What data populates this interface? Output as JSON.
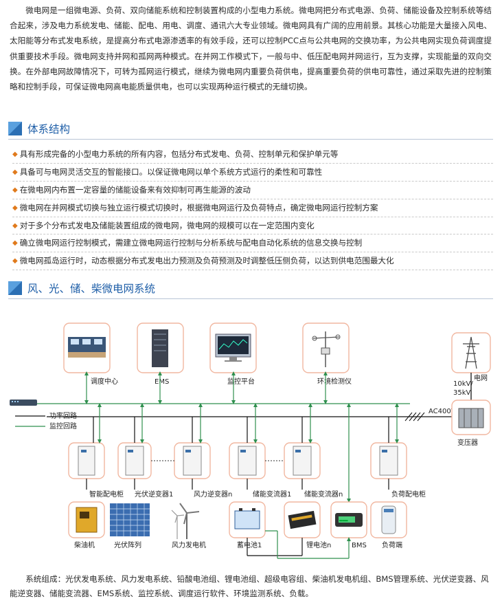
{
  "intro": "微电网是一组微电源、负荷、双向储能系统和控制装置构成的小型电力系统。微电网把分布式电源、负荷、储能设备及控制系统等结合起来，涉及电力系统发电、储能、配电、用电、调度、通讯六大专业领域。微电网具有广阔的应用前景。其核心功能是大量接入风电、太阳能等分布式发电系统，是提高分布式电源渗透率的有效手段，还可以控制PCC点与公共电网的交换功率，为公共电网实现负荷调度提供重要技术手段。微电网支持并网和孤网两种模式。在并网工作模式下，一般与中、低压配电网并网运行，互为支撑，实现能量的双向交换。在外部电网故障情况下，可转为孤网运行模式，继续为微电网内重要负荷供电，提高重要负荷的供电可靠性，通过采取先进的控制策略和控制手段，可保证微电网高电能质量供电，也可以实现两种运行模式的无缝切换。",
  "section1": {
    "title": "体系结构",
    "bullets": [
      "具有形成完备的小型电力系统的所有内容，包括分布式发电、负荷、控制单元和保护单元等",
      "具备可与电网灵活交互的智能接口。以保证微电网以单个系统方式运行的柔性和可靠性",
      "在微电网内布置一定容量的储能设备来有效抑制可再生能源的波动",
      "微电网在并网模式切换与独立运行模式切换时，根据微电网运行及负荷特点，确定微电网运行控制方案",
      "对于多个分布式发电及储能装置组成的微电网，微电网的规模可以在一定范围内变化",
      "确立微电网运行控制模式，需建立微电网运行控制与分析系统与配电自动化系统的信息交换与控制",
      "微电网孤岛运行时，动态根据分布式发电出力预测及负荷预测及时调整低压侧负荷，以达到供电范围最大化"
    ]
  },
  "section2": {
    "title": "风、光、储、柴微电网系统"
  },
  "diagram": {
    "top_labels": [
      "调度中心",
      "EMS",
      "监控平台",
      "环境检测仪"
    ],
    "grid_label": "电网",
    "voltage_label_1": "10kV/",
    "voltage_label_2": "35kV",
    "ac_label": "AC400V",
    "transformer_label": "变压器",
    "legend_power": "功率回路",
    "legend_monitor": "监控回路",
    "cabinet_labels": [
      "智能配电柜",
      "光伏逆变器1",
      "风力逆变器n",
      "储能变流器1",
      "储能变流器n",
      "负荷配电柜"
    ],
    "bottom_labels": [
      "柴油机",
      "光伏阵列",
      "风力发电机",
      "蓄电池1",
      "锂电池n",
      "BMS",
      "负荷端"
    ],
    "bms_screen": "▬▬▬"
  },
  "footer": "系统组成：光伏发电系统、风力发电系统、铅酸电池组、锂电池组、超级电容组、柴油机发电机组、BMS管理系统、光伏逆变器、风能逆变器、储能变流器、EMS系统、监控系统、调度运行软件、环境监测系统、负载。",
  "colors": {
    "accent_blue": "#1f5fa8",
    "orange": "#e07a1c",
    "monitor_green": "#2f8f4e",
    "box_border": "#f1b7a0"
  }
}
